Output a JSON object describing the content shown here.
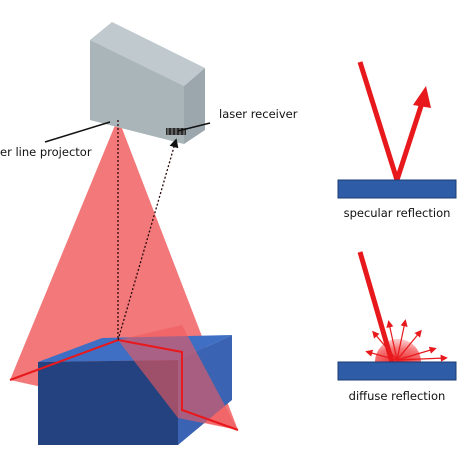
{
  "labels": {
    "laser_receiver": "laser receiver",
    "line_projector": "er line projector",
    "specular": "specular reflection",
    "diffuse": "diffuse reflection"
  },
  "colors": {
    "laser_red": "#e8191c",
    "laser_fan": "#f05a5d",
    "box_top": "#3f6fc4",
    "box_front": "#23427f",
    "box_side": "#3a64b3",
    "device_front": "#9ca7ad",
    "device_top": "#c0c9cd",
    "device_side": "#aeb8bd",
    "surface_blue": "#2f5ca6"
  }
}
